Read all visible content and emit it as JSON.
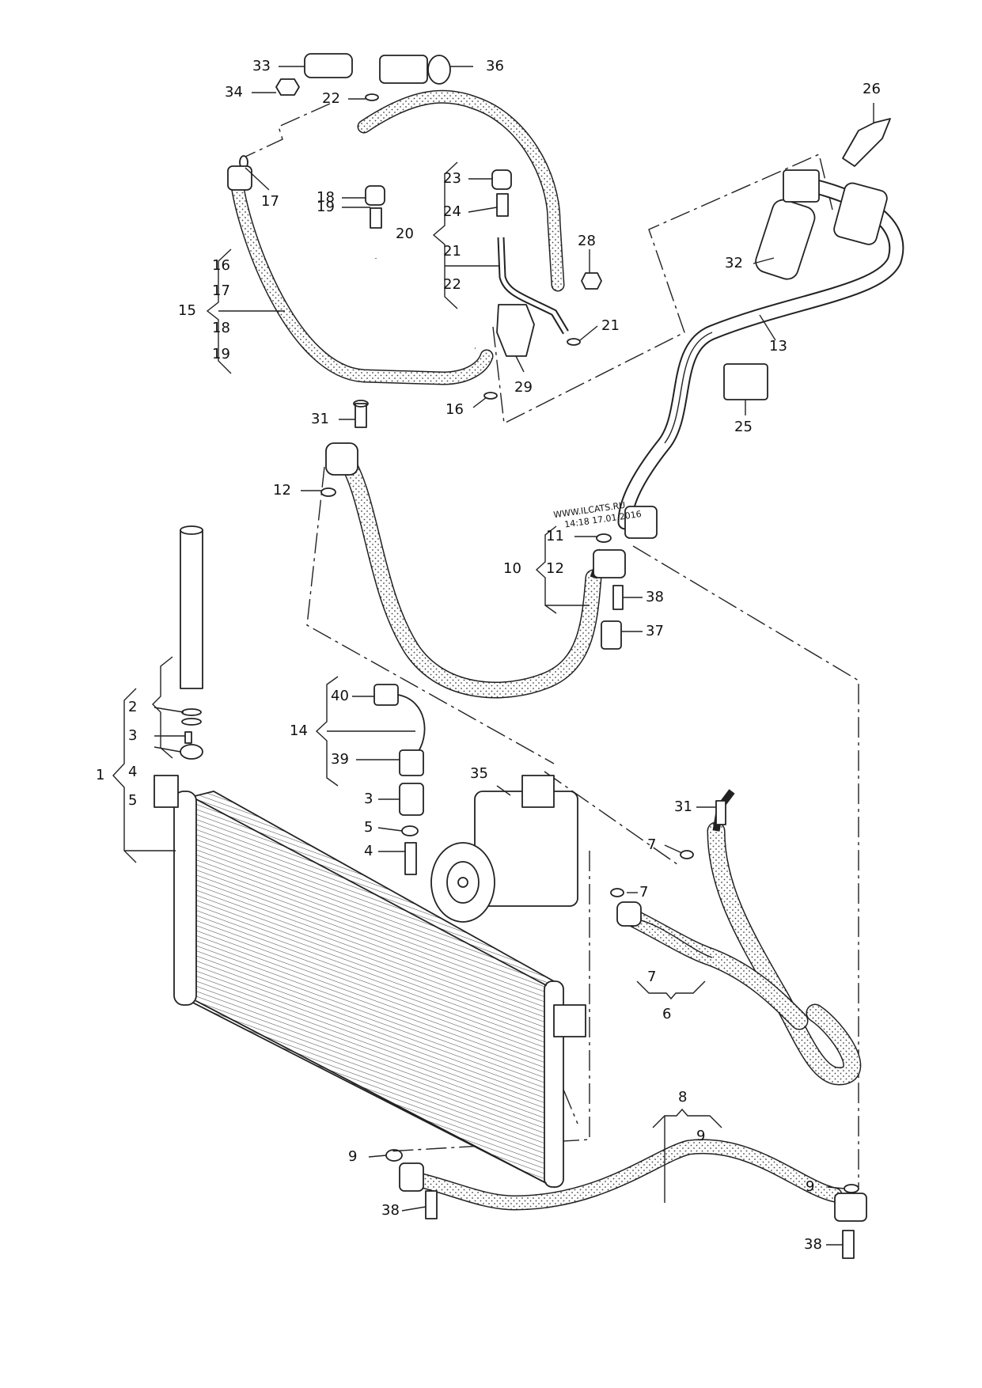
{
  "callouts": [
    {
      "id": "c33",
      "num": "33"
    },
    {
      "id": "c34",
      "num": "34"
    },
    {
      "id": "c36",
      "num": "36"
    },
    {
      "id": "c22a",
      "num": "22"
    },
    {
      "id": "c26",
      "num": "26"
    },
    {
      "id": "c17a",
      "num": "17"
    },
    {
      "id": "c18",
      "num": "18"
    },
    {
      "id": "c19a",
      "num": "19"
    },
    {
      "id": "c23",
      "num": "23"
    },
    {
      "id": "c24",
      "num": "24"
    },
    {
      "id": "c20",
      "num": "20"
    },
    {
      "id": "c21a",
      "num": "21"
    },
    {
      "id": "c22b",
      "num": "22"
    },
    {
      "id": "c28",
      "num": "28"
    },
    {
      "id": "c32",
      "num": "32"
    },
    {
      "id": "c16a",
      "num": "16"
    },
    {
      "id": "c17b",
      "num": "17"
    },
    {
      "id": "c15",
      "num": "15"
    },
    {
      "id": "c18b",
      "num": "18"
    },
    {
      "id": "c19b",
      "num": "19"
    },
    {
      "id": "c21b",
      "num": "21"
    },
    {
      "id": "c13",
      "num": "13"
    },
    {
      "id": "c29",
      "num": "29"
    },
    {
      "id": "c16b",
      "num": "16"
    },
    {
      "id": "c25",
      "num": "25"
    },
    {
      "id": "c31a",
      "num": "31"
    },
    {
      "id": "c12a",
      "num": "12"
    },
    {
      "id": "c11",
      "num": "11"
    },
    {
      "id": "c10",
      "num": "10"
    },
    {
      "id": "c12b",
      "num": "12"
    },
    {
      "id": "c38a",
      "num": "38"
    },
    {
      "id": "c37",
      "num": "37"
    },
    {
      "id": "c40",
      "num": "40"
    },
    {
      "id": "c14",
      "num": "14"
    },
    {
      "id": "c39",
      "num": "39"
    },
    {
      "id": "c2",
      "num": "2"
    },
    {
      "id": "c3a",
      "num": "3"
    },
    {
      "id": "c1",
      "num": "1"
    },
    {
      "id": "c4a",
      "num": "4"
    },
    {
      "id": "c5a",
      "num": "5"
    },
    {
      "id": "c35",
      "num": "35"
    },
    {
      "id": "c3b",
      "num": "3"
    },
    {
      "id": "c5b",
      "num": "5"
    },
    {
      "id": "c4b",
      "num": "4"
    },
    {
      "id": "c31b",
      "num": "31"
    },
    {
      "id": "c7a",
      "num": "7"
    },
    {
      "id": "c7b",
      "num": "7"
    },
    {
      "id": "c7c",
      "num": "7"
    },
    {
      "id": "c6",
      "num": "6"
    },
    {
      "id": "c8",
      "num": "8"
    },
    {
      "id": "c9a",
      "num": "9"
    },
    {
      "id": "c9b",
      "num": "9"
    },
    {
      "id": "c38b",
      "num": "38"
    },
    {
      "id": "c9c",
      "num": "9"
    },
    {
      "id": "c38c",
      "num": "38"
    }
  ],
  "watermark": {
    "line1": "WWW.ILCATS.RU",
    "line2": "14:18 17.01.2016"
  },
  "colors": {
    "ink": "#222222",
    "hose_dots": "#444444",
    "watermark": "#b8b8b8"
  }
}
